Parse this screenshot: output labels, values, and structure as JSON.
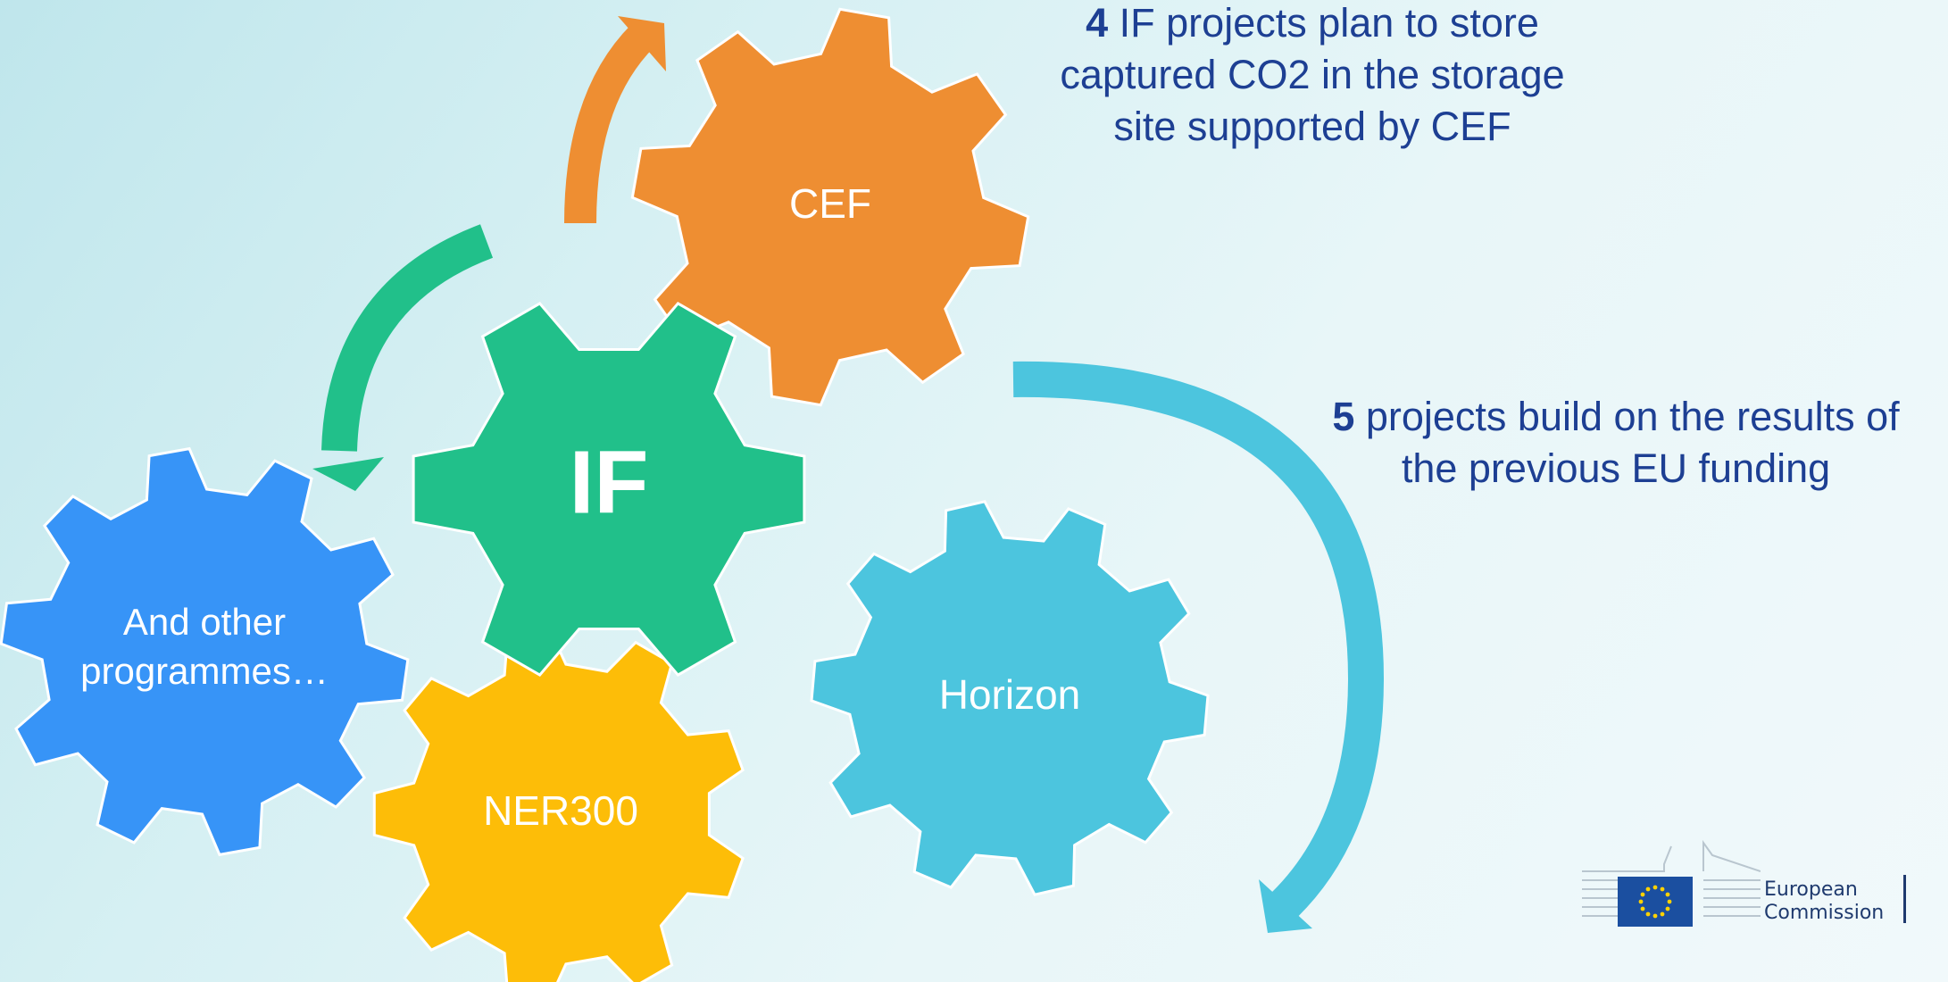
{
  "gears": {
    "cef": {
      "label": "CEF",
      "color": "#ee8e32"
    },
    "if": {
      "label": "IF",
      "color": "#21c08a"
    },
    "other": {
      "label_line1": "And other",
      "label_line2": "programmes…",
      "color": "#3794f7"
    },
    "ner300": {
      "label": "NER300",
      "color": "#fdbd08"
    },
    "horizon": {
      "label": "Horizon",
      "color": "#4cc5de"
    }
  },
  "notes": {
    "top": {
      "number": "4",
      "line1_rest": " IF projects plan to store",
      "line2": "captured CO2 in the storage",
      "line3": "site supported by CEF"
    },
    "right": {
      "number": "5",
      "line1_rest": " projects build on the results of",
      "line2": "the previous EU funding"
    }
  },
  "logo": {
    "line1": "European",
    "line2": "Commission",
    "flag_color": "#1b4fa0",
    "star_color": "#ffd200"
  }
}
